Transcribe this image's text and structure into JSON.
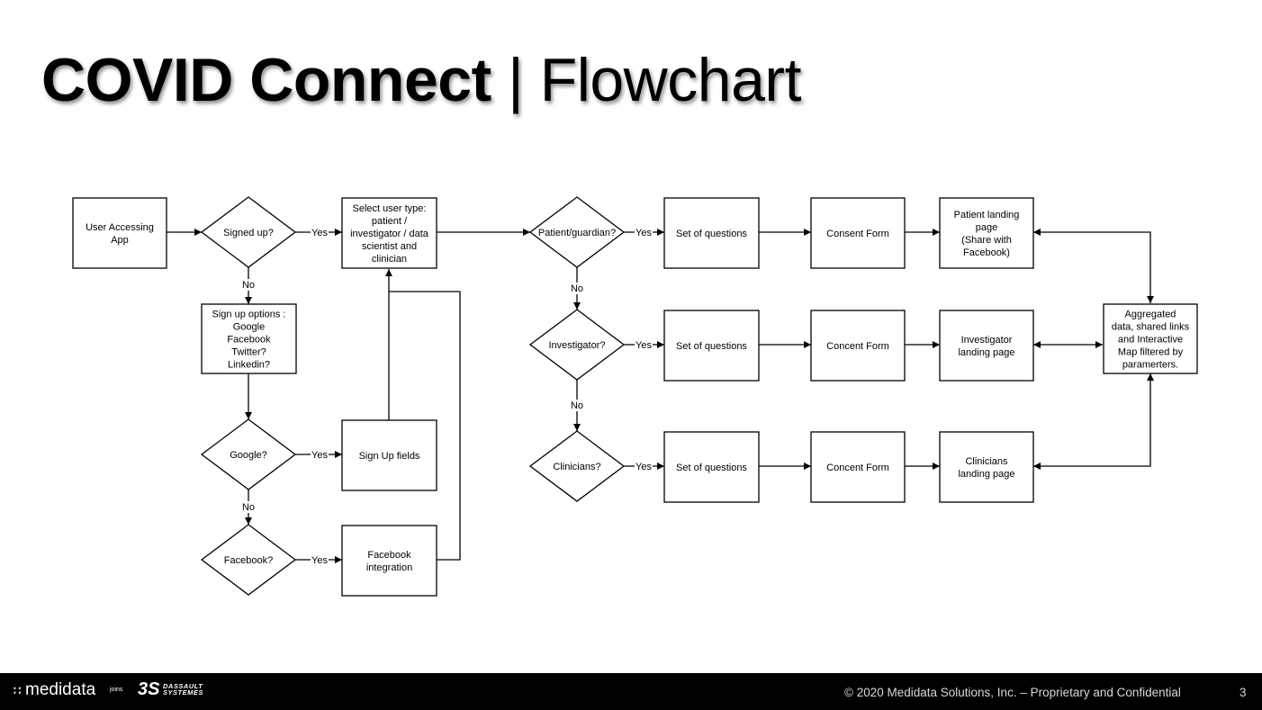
{
  "title": {
    "bold": "COVID Connect",
    "light": "| Flowchart"
  },
  "flowchart": {
    "nodes": {
      "user_accessing": [
        "User Accessing",
        "App"
      ],
      "signed_up": [
        "Signed up?"
      ],
      "select_user_type": [
        "Select user type:",
        "patient /",
        "investigator / data",
        "scientist and",
        "clinician"
      ],
      "signup_options": [
        "Sign up options :",
        "Google",
        "Facebook",
        "Twitter?",
        "Linkedin?"
      ],
      "google": [
        "Google?"
      ],
      "signup_fields": [
        "Sign Up fields"
      ],
      "facebook": [
        "Facebook?"
      ],
      "facebook_integration": [
        "Facebook",
        "integration"
      ],
      "patient_guardian": [
        "Patient/guardian?"
      ],
      "investigator": [
        "Investigator?"
      ],
      "clinicians": [
        "Clinicians?"
      ],
      "questions_patient": [
        "Set of questions"
      ],
      "questions_investigator": [
        "Set of questions"
      ],
      "questions_clinicians": [
        "Set of questions"
      ],
      "consent_patient": [
        "Consent Form"
      ],
      "consent_investigator": [
        "Concent Form"
      ],
      "consent_clinicians": [
        "Concent Form"
      ],
      "landing_patient": [
        "Patient landing",
        "page",
        "(Share with",
        "Facebook)"
      ],
      "landing_investigator": [
        "Investigator",
        "landing page"
      ],
      "landing_clinicians": [
        "Clinicians",
        "landing page"
      ],
      "aggregated": [
        "Aggregated",
        "data, shared links",
        "and Interactive",
        "Map filtered by",
        "paramerters."
      ]
    },
    "edge_labels": {
      "yes": "Yes",
      "no": "No"
    }
  },
  "footer": {
    "logo_dots": "∷",
    "logo_text": "medidata",
    "joins": "joins",
    "ds_mark": "3S",
    "ds_text_1": "DASSAULT",
    "ds_text_2": "SYSTEMES",
    "copyright": "© 2020 Medidata Solutions, Inc. – Proprietary and Confidential",
    "page_number": "3"
  }
}
